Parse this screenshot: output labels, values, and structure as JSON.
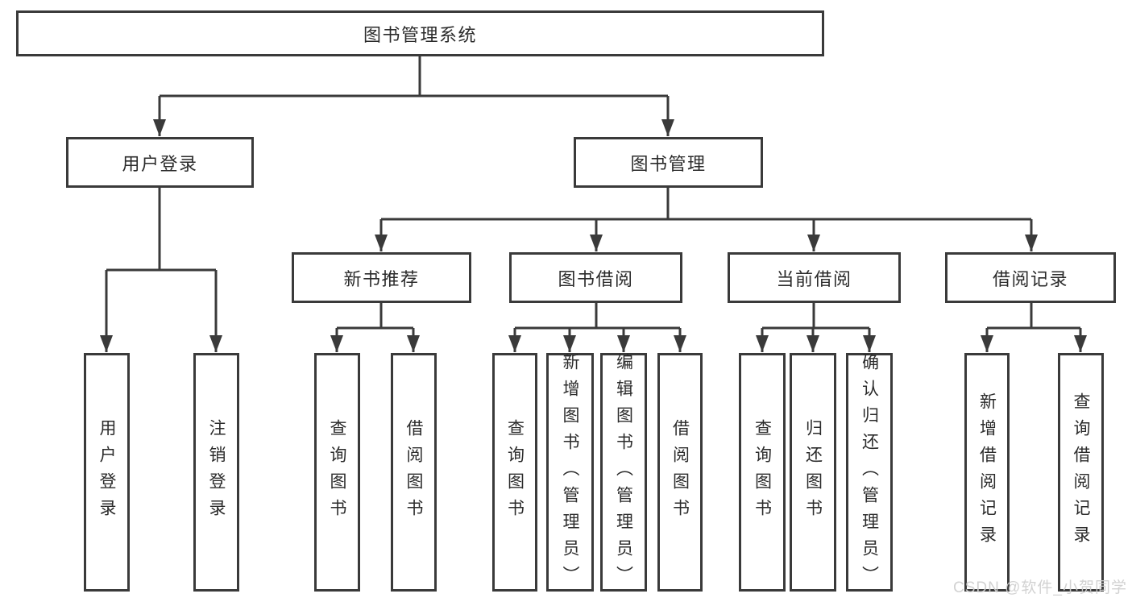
{
  "diagram": {
    "root": {
      "label": "图书管理系统"
    },
    "level2": [
      {
        "label": "用户登录"
      },
      {
        "label": "图书管理"
      }
    ],
    "level3": [
      {
        "label": "新书推荐"
      },
      {
        "label": "图书借阅"
      },
      {
        "label": "当前借阅"
      },
      {
        "label": "借阅记录"
      }
    ],
    "leaves": {
      "user_login": [
        {
          "label": "用户登录"
        },
        {
          "label": "注销登录"
        }
      ],
      "new_book": [
        {
          "label": "查询图书"
        },
        {
          "label": "借阅图书"
        }
      ],
      "book_borrow": [
        {
          "label": "查询图书"
        },
        {
          "label": "新增图书（管理员）"
        },
        {
          "label": "编辑图书（管理员）"
        },
        {
          "label": "借阅图书"
        }
      ],
      "current_borrow": [
        {
          "label": "查询图书"
        },
        {
          "label": "归还图书"
        },
        {
          "label": "确认归还（管理员）"
        }
      ],
      "borrow_record": [
        {
          "label": "新增借阅记录"
        },
        {
          "label": "查询借阅记录"
        }
      ]
    }
  },
  "watermark": {
    "text": "CSDN @软件_小贺同学"
  },
  "colors": {
    "line": "#3a3a3a",
    "text": "#2b2b2b",
    "canvas": "#ffffff",
    "watermark": "#d0d0d0"
  }
}
